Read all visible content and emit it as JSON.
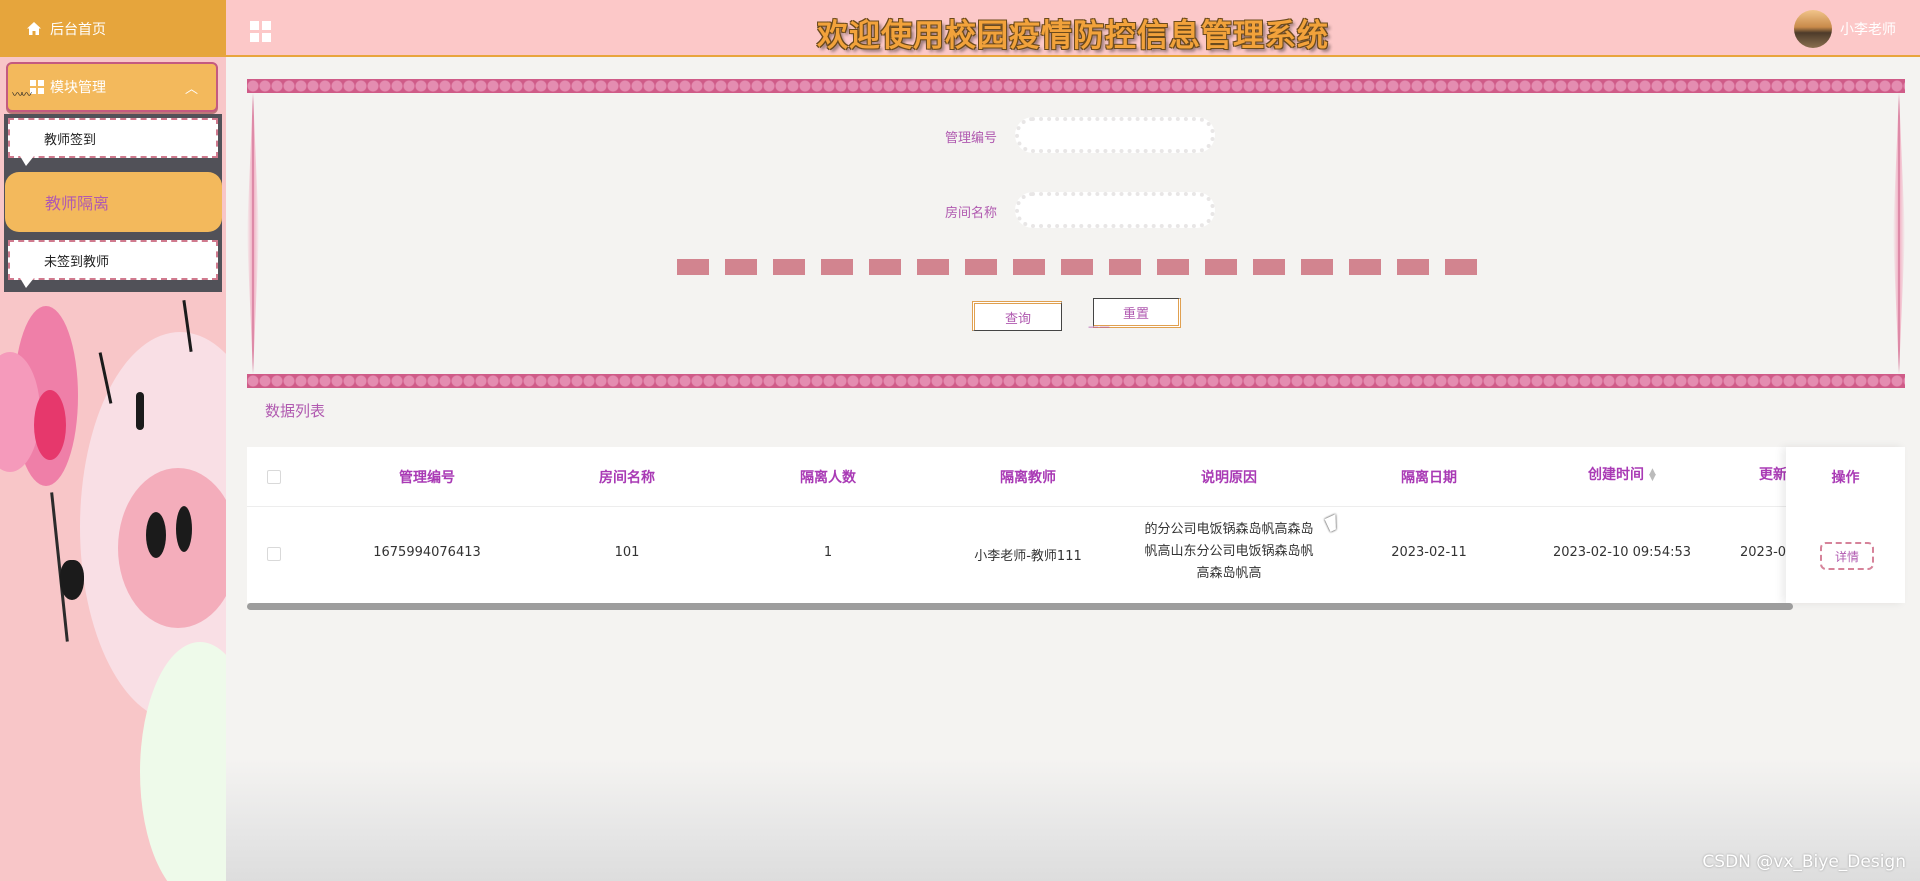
{
  "header": {
    "title": "欢迎使用校园疫情防控信息管理系统",
    "user_name": "小李老师",
    "menu_toggle_icon": "grid-icon"
  },
  "sidebar": {
    "home_label": "后台首页",
    "home_icon": "home-icon",
    "module_label": "模块管理",
    "items": [
      {
        "label": "教师签到",
        "active": false
      },
      {
        "label": "教师隔离",
        "active": true
      },
      {
        "label": "未签到教师",
        "active": false
      }
    ]
  },
  "search": {
    "fields": [
      {
        "label": "管理编号",
        "value": "",
        "placeholder": ""
      },
      {
        "label": "房间名称",
        "value": "",
        "placeholder": ""
      }
    ],
    "search_label": "查询",
    "reset_label": "重置"
  },
  "list": {
    "title": "数据列表",
    "columns": [
      "管理编号",
      "房间名称",
      "隔离人数",
      "隔离教师",
      "说明原因",
      "隔离日期",
      "创建时间",
      "更新",
      "操作"
    ],
    "rows": [
      {
        "code": "1675994076413",
        "room": "101",
        "count": "1",
        "teacher": "小李老师-教师111",
        "reason": "的分公司电饭锅森岛帆高森岛帆高山东分公司电饭锅森岛帆高森岛帆高",
        "date": "2023-02-11",
        "created": "2023-02-10 09:54:53",
        "updated": "2023-0",
        "action": "详情"
      }
    ]
  },
  "watermark": "CSDN @vx_Biye_Design",
  "colors": {
    "sidebar_bg": "#f8c6c8",
    "accent_orange": "#e6a53c",
    "accent_purple": "#b05ab0",
    "header_bg": "#fcc8c8"
  }
}
